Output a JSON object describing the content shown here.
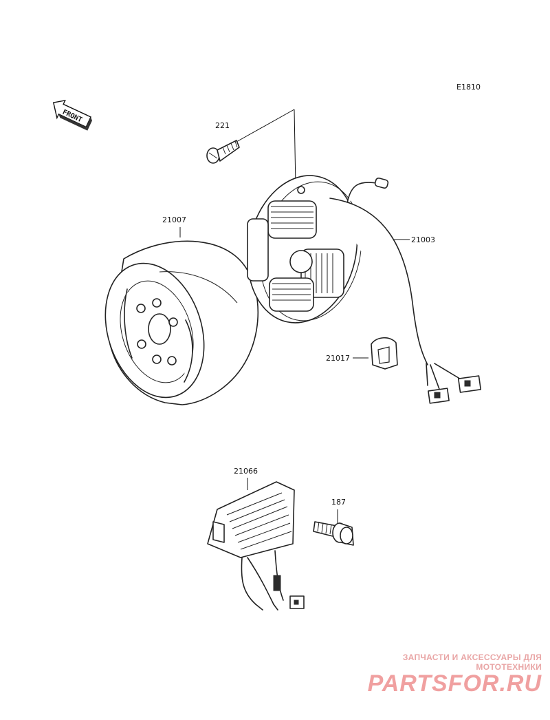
{
  "diagram": {
    "code": "E1810",
    "front_label": "FRONT",
    "parts": [
      {
        "number": "221"
      },
      {
        "number": "21007"
      },
      {
        "number": "21003"
      },
      {
        "number": "21017"
      },
      {
        "number": "21066"
      },
      {
        "number": "187"
      }
    ]
  },
  "watermark": {
    "subtitle": "ЗАПЧАСТИ И АКСЕССУАРЫ ДЛЯ МОТОТЕХНИКИ",
    "brand": "PARTSFOR.RU",
    "color": "#f0a0a0"
  }
}
